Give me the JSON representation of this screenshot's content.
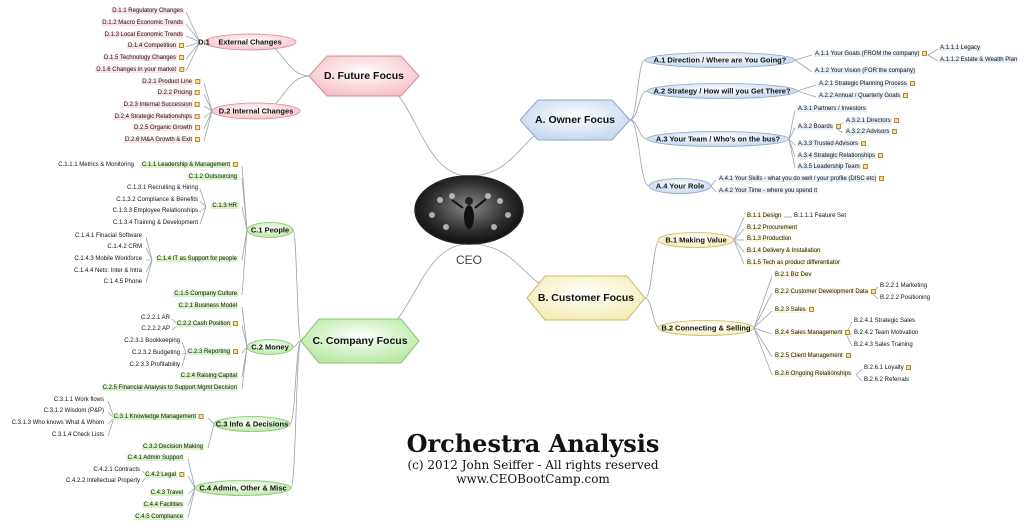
{
  "center": {
    "label": "CEO"
  },
  "title": {
    "main": "Orchestra Analysis",
    "copyright": "(c) 2012 John Seiffer - All rights reserved",
    "url": "www.CEOBootCamp.com"
  },
  "branches": {
    "D": {
      "label": "D. Future Focus",
      "D1": {
        "label": "D.1",
        "sub": "External Changes",
        "items": [
          "D.1.1 Regulatory Changes",
          "D.1.2 Macro Economic Trends",
          "D.1.3 Local Economic Trends",
          "D.1.4 Competition",
          "D.1.5 Technology Changes",
          "D.1.6 Changes in your market"
        ]
      },
      "D2": {
        "label": "D.2 Internal Changes",
        "items": [
          "D.2.1 Product Line",
          "D.2.2 Pricing",
          "D.2.3 Internal Succession",
          "D.2.4 Strategic Relationships",
          "D.2.5 Organic Growth",
          "D.2.6 M&A Growth & Exit"
        ]
      }
    },
    "A": {
      "label": "A. Owner Focus",
      "A1": {
        "label": "A.1 Direction / Where are You Going?",
        "items": [
          "A.1.1 Your Goals (FROM the company)",
          "A.1.2 Your Vision (FOR the company)"
        ],
        "sub": [
          "A.1.1.1 Legacy",
          "A.1.1.2 Estate & Wealth Plan"
        ]
      },
      "A2": {
        "label": "A.2 Strategy / How will you Get There?",
        "items": [
          "A.2.1 Strategic Planning Process",
          "A.2.2 Annual / Quarterly Goals"
        ]
      },
      "A3": {
        "label": "A.3 Your Team / Who's on the bus?",
        "items": [
          "A.3.1 Partners / Investors",
          "A.3.2 Boards",
          "A.3.3 Trusted Advisors",
          "A.3.4 Strategic Relationships",
          "A.3.5 Leadership Team"
        ],
        "sub": [
          "A.3.2.1 Directors",
          "A.3.2.2 Advisors"
        ]
      },
      "A4": {
        "label": "A.4 Your Role",
        "items": [
          "A.4.1 Your Skills - what you do well / your profile (DISC etc)",
          "A.4.2 Your Time - where you spend it"
        ]
      }
    },
    "B": {
      "label": "B. Customer Focus",
      "B1": {
        "label": "B.1 Making Value",
        "items": [
          "B.1.1 Design",
          "B.1.2 Procurement",
          "B.1.3 Production",
          "B.1.4 Delivery & Installation",
          "B.1.5 Tech as product differentiator"
        ],
        "sub": [
          "B.1.1.1 Feature Set"
        ]
      },
      "B2": {
        "label": "B.2 Connecting & Selling",
        "items": [
          "B.2.1 Biz Dev",
          "B.2.2 Customer Development Data",
          "B.2.3 Sales",
          "B.2.4 Sales Management",
          "B.2.5 Client Management",
          "B.2.6 Ongoing Relationships"
        ],
        "sub22": [
          "B.2.2.1 Marketing",
          "B.2.2.2 Positioning"
        ],
        "sub24": [
          "B.2.4.1 Strategic Sales",
          "B.2.4.2 Team Motivation",
          "B.2.4.3 Sales Training"
        ],
        "sub26": [
          "B.2.6.1 Loyalty",
          "B.2.6.2 Referrals"
        ]
      }
    },
    "C": {
      "label": "C. Company Focus",
      "C1": {
        "label": "C.1 People",
        "items": [
          "C.1.1 Leadership & Management",
          "C.1.2 Outsourcing",
          "C.1.3 HR",
          "C.1.4 IT as Support for people",
          "C.1.5 Company Culture"
        ],
        "sub11": [
          "C.1.1.1 Metrics & Monitoring"
        ],
        "sub13": [
          "C.1.3.1 Recruiting & Hiring",
          "C.1.3.2 Compliance & Benefits",
          "C.1.3.3 Employee Relationships",
          "C.1.3.4 Training & Development"
        ],
        "sub14": [
          "C.1.4.1 Finacial Software",
          "C.1.4.2 CRM",
          "C.1.4.3 Mobile Workforce",
          "C.1.4.4 Nets: Inter & Intra",
          "C.1.4.5 Phone"
        ]
      },
      "C2": {
        "label": "C.2 Money",
        "items": [
          "C.2.1 Business Model",
          "C.2.2 Cash Position",
          "C.2.3 Reporting",
          "C.2.4 Raising Capital",
          "C.2.5 Financial Analysis to Support Mgmt Decision"
        ],
        "sub22": [
          "C.2.2.1 AR",
          "C.2.2.2 AP"
        ],
        "sub23": [
          "C.2.3.1 Bookkeeping",
          "C.2.3.2 Budgeting",
          "C.2.3.3 Profitability"
        ]
      },
      "C3": {
        "label": "C.3 Info & Decisions",
        "items": [
          "C.3.1 Knowledge Management",
          "C.3.2 Decision Making"
        ],
        "sub31": [
          "C.3.1.1 Work flows",
          "C.3.1.2 Wisdom (P&P)",
          "C.3.1.3 Who knows What & Whom",
          "C.3.1.4 Check Lists"
        ]
      },
      "C4": {
        "label": "C.4 Admin, Other & Misc",
        "items": [
          "C.4.1 Admin Support",
          "C.4.2 Legal",
          "C.4.3 Travel",
          "C.4.4 Facilities",
          "C.4.5 Compliance"
        ],
        "sub42": [
          "C.4.2.1 Contracts",
          "C.4.2.2 Intellectual Property"
        ]
      }
    }
  },
  "colors": {
    "future": "#fbd9dd",
    "owner": "#dde8f6",
    "customer": "#fbf8d4",
    "company": "#d4f2c4",
    "line": "#9aa3ad"
  }
}
